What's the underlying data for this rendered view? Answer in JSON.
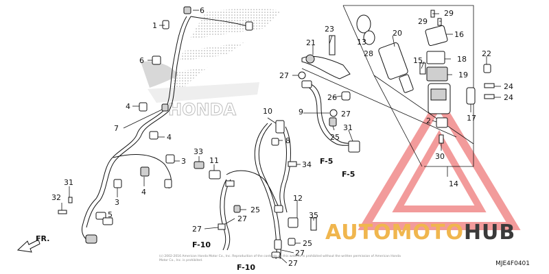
{
  "diagram": {
    "brand_text": "HONDA",
    "diagram_code": "MJE4F0401",
    "copyright": "(c) 2002-2016 American Honda Motor Co., Inc. Reproduction of the contents on this website is prohibited without the written permission of American Honda Motor Co., Inc. is prohibited.",
    "direction_label": "FR.",
    "callouts": [
      {
        "id": "c1",
        "text": "1"
      },
      {
        "id": "c3a",
        "text": "3"
      },
      {
        "id": "c3b",
        "text": "3"
      },
      {
        "id": "c4a",
        "text": "4"
      },
      {
        "id": "c4b",
        "text": "4"
      },
      {
        "id": "c4c",
        "text": "4"
      },
      {
        "id": "c5",
        "text": "5"
      },
      {
        "id": "c6a",
        "text": "6"
      },
      {
        "id": "c6b",
        "text": "6"
      },
      {
        "id": "c7",
        "text": "7"
      },
      {
        "id": "c8",
        "text": "8"
      },
      {
        "id": "c9",
        "text": "9"
      },
      {
        "id": "c10",
        "text": "10"
      },
      {
        "id": "c11",
        "text": "11"
      },
      {
        "id": "c12",
        "text": "12"
      },
      {
        "id": "c13",
        "text": "13"
      },
      {
        "id": "c14",
        "text": "14"
      },
      {
        "id": "c15",
        "text": "15"
      },
      {
        "id": "c16",
        "text": "16"
      },
      {
        "id": "c17",
        "text": "17"
      },
      {
        "id": "c18",
        "text": "18"
      },
      {
        "id": "c19",
        "text": "19"
      },
      {
        "id": "c20",
        "text": "20"
      },
      {
        "id": "c21",
        "text": "21"
      },
      {
        "id": "c22",
        "text": "22"
      },
      {
        "id": "c23",
        "text": "23"
      },
      {
        "id": "c24a",
        "text": "24"
      },
      {
        "id": "c24b",
        "text": "24"
      },
      {
        "id": "c25a",
        "text": "25"
      },
      {
        "id": "c25b",
        "text": "25"
      },
      {
        "id": "c25c",
        "text": "25"
      },
      {
        "id": "c26",
        "text": "26"
      },
      {
        "id": "c27a",
        "text": "27"
      },
      {
        "id": "c27b",
        "text": "27"
      },
      {
        "id": "c27c",
        "text": "27"
      },
      {
        "id": "c27d",
        "text": "27"
      },
      {
        "id": "c27e",
        "text": "27"
      },
      {
        "id": "c27f",
        "text": "27"
      },
      {
        "id": "c28",
        "text": "28"
      },
      {
        "id": "c29a",
        "text": "29"
      },
      {
        "id": "c29b",
        "text": "29"
      },
      {
        "id": "c30",
        "text": "30"
      },
      {
        "id": "c31a",
        "text": "31"
      },
      {
        "id": "c31b",
        "text": "31"
      },
      {
        "id": "c32",
        "text": "32"
      },
      {
        "id": "c33",
        "text": "33"
      },
      {
        "id": "c34",
        "text": "34"
      },
      {
        "id": "c35",
        "text": "35"
      },
      {
        "id": "c2",
        "text": "2"
      }
    ],
    "references": [
      {
        "id": "f5a",
        "text": "F-5"
      },
      {
        "id": "f5b",
        "text": "F-5"
      },
      {
        "id": "f10a",
        "text": "F-10"
      },
      {
        "id": "f10b",
        "text": "F-10"
      }
    ]
  },
  "watermark": {
    "part1": "AUTO",
    "part2": "MOTO",
    "part3": "HUB",
    "colors": {
      "triangle": "#f08a8a",
      "gold": "#f0b64e",
      "dark": "#3a3a3a"
    }
  }
}
